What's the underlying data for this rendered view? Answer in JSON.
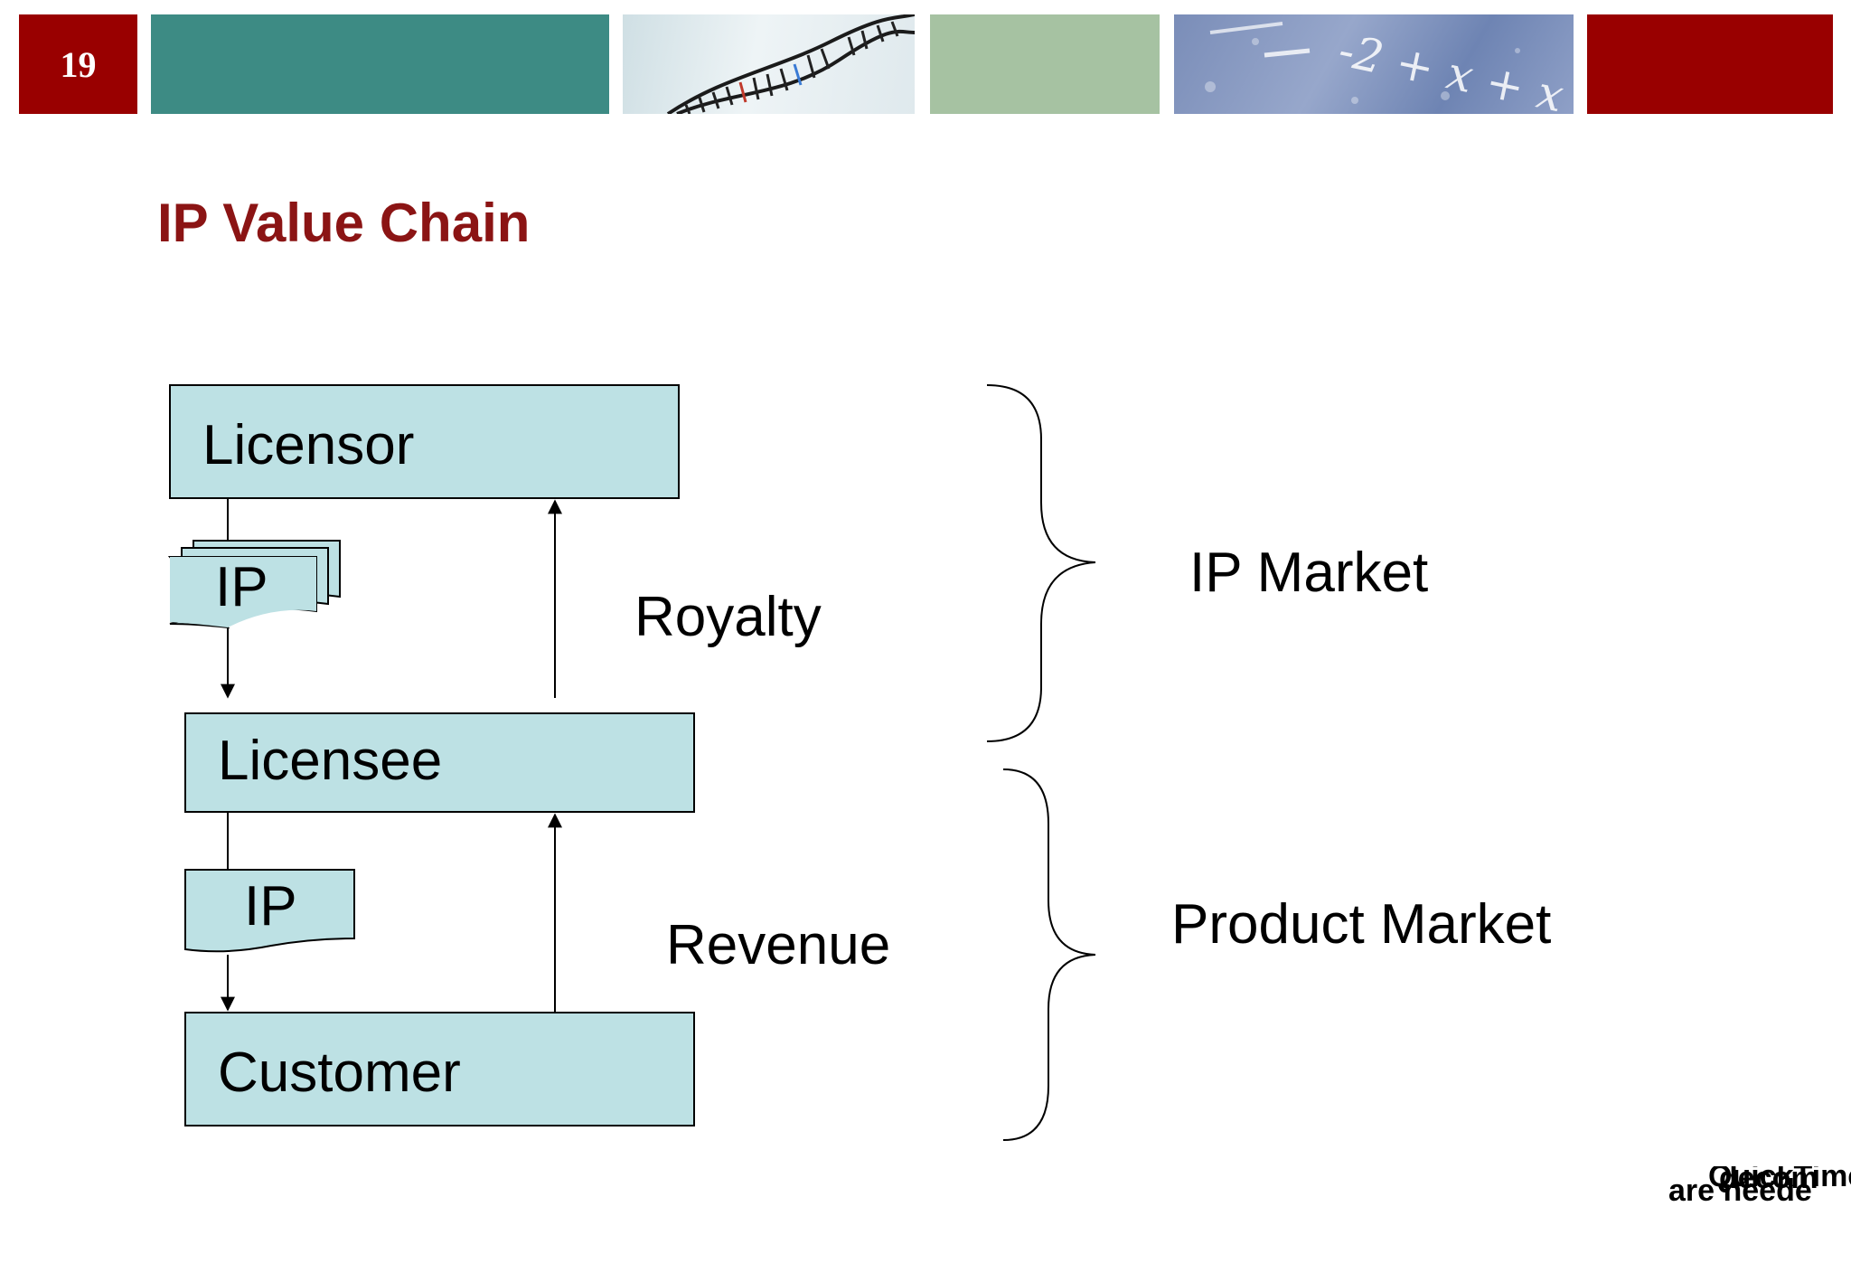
{
  "header": {
    "slide_number": "19",
    "colors": {
      "red": "#990000",
      "teal": "#3d8b84",
      "sage": "#a6c2a2"
    },
    "math_glyphs": "-2 + x + x"
  },
  "title": {
    "text": "IP Value Chain",
    "color": "#8b1414"
  },
  "diagram": {
    "box_fill": "#bde1e4",
    "licensor": "Licensor",
    "licensee": "Licensee",
    "customer": "Customer",
    "ip_stack_label": "IP",
    "ip_doc_label": "IP",
    "royalty": "Royalty",
    "revenue": "Revenue",
    "ip_market": "IP Market",
    "product_market": "Product Market"
  },
  "quicktime": {
    "line1": "QuickTime",
    "line2": "are neede",
    "overlap": "decom"
  }
}
